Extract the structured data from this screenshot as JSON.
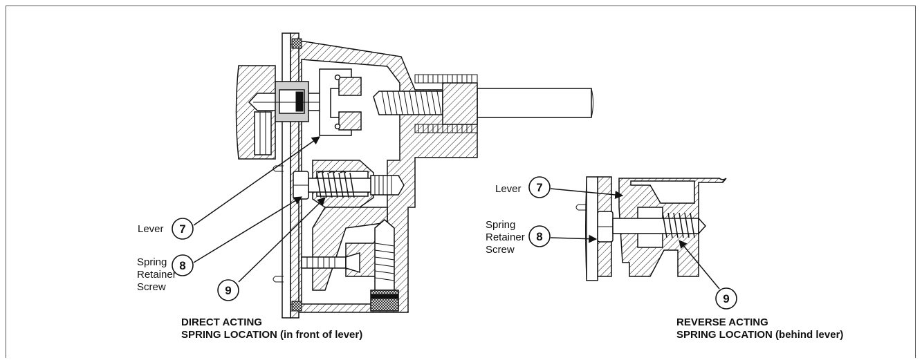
{
  "direct": {
    "lever_label": "Lever",
    "spring_label_line1": "Spring",
    "spring_label_line2": "Retainer",
    "spring_label_line3": "Screw",
    "callout_7": "7",
    "callout_8": "8",
    "callout_9": "9",
    "caption_line1": "DIRECT ACTING",
    "caption_line2": "SPRING LOCATION (in front of lever)"
  },
  "reverse": {
    "lever_label": "Lever",
    "spring_label_line1": "Spring",
    "spring_label_line2": "Retainer",
    "spring_label_line3": "Screw",
    "callout_7": "7",
    "callout_8": "8",
    "callout_9": "9",
    "caption_line1": "REVERSE ACTING",
    "caption_line2": "SPRING LOCATION (behind lever)"
  }
}
